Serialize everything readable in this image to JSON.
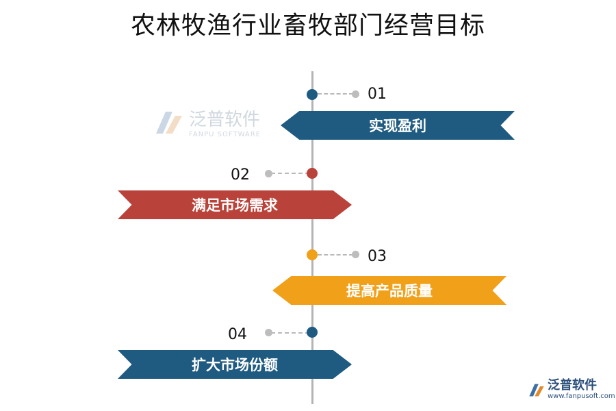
{
  "title": "农林牧渔行业畜牧部门经营目标",
  "colors": {
    "blue": "#1f5a80",
    "red": "#b9433a",
    "orange": "#f0a019",
    "gray": "#bdbdbd"
  },
  "items": [
    {
      "number": "01",
      "label": "实现盈利",
      "color": "#1f5a80"
    },
    {
      "number": "02",
      "label": "满足市场需求",
      "color": "#b9433a"
    },
    {
      "number": "03",
      "label": "提高产品质量",
      "color": "#f0a019"
    },
    {
      "number": "04",
      "label": "扩大市场份额",
      "color": "#1f5a80"
    }
  ],
  "watermark_center": {
    "brand": "泛普软件",
    "sub": "FANPU SOFTWARE"
  },
  "watermark_corner": {
    "brand": "泛普软件",
    "url": "www.fanpusoft.com"
  }
}
